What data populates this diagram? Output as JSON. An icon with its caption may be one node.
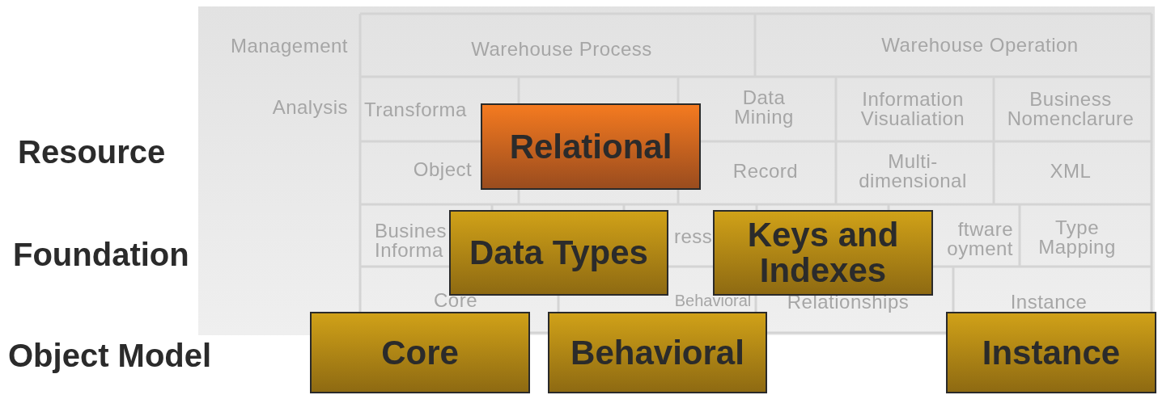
{
  "diagram": {
    "nodes": [
      {
        "text": [
          "Relational"
        ]
      },
      {
        "text": [
          "Data Types"
        ]
      },
      {
        "text": [
          "Keys and Indexes"
        ]
      },
      {
        "text": [
          "Core"
        ]
      },
      {
        "text": [
          "Behavioral"
        ]
      },
      {
        "text": [
          "Instance"
        ]
      }
    ],
    "labels": [
      "Management",
      "Warehouse Process",
      "Warehouse Operation",
      "Analysis",
      "Transforma",
      "Data Mining",
      "Information Visualiation",
      "Business Nomenclarure",
      "Resource",
      "Object",
      "Record",
      "Multi-dimensional",
      "XML",
      "Foundation",
      "Busines Informa",
      "ress",
      "ftware oyment",
      "Type Mapping",
      "Core",
      "Behavioral",
      "Relationships",
      "Instance",
      "Object Model"
    ]
  }
}
